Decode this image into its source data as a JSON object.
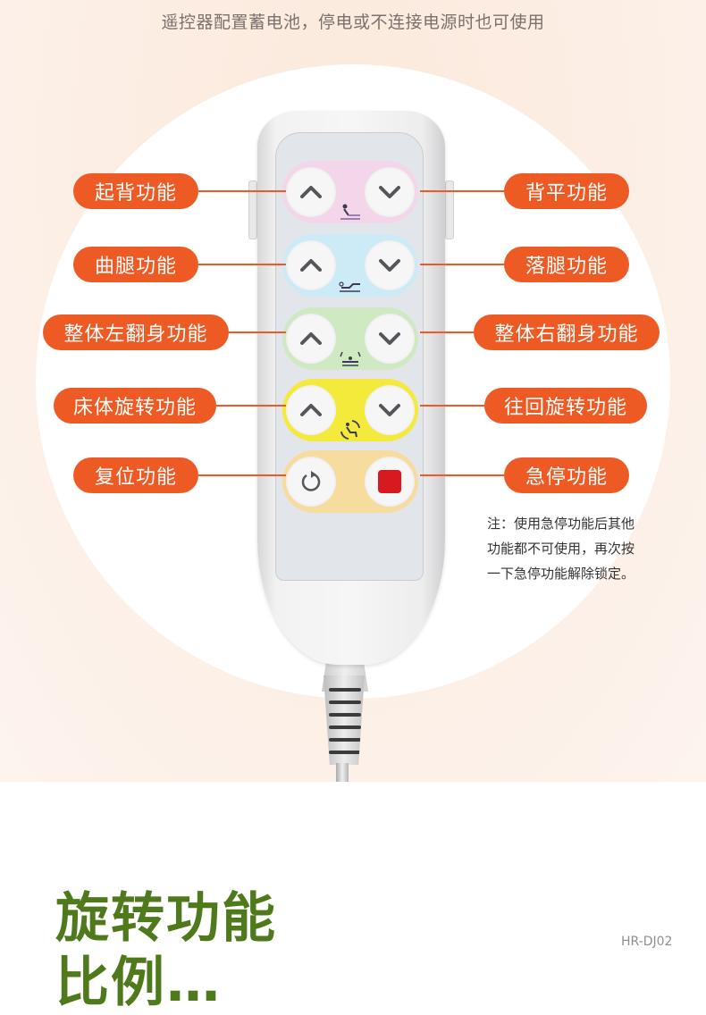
{
  "hero": {
    "caption": "遥控器配置蓄电池，停电或不连接电源时也可使用"
  },
  "remote": {
    "rows": [
      {
        "name": "back",
        "color": "#f3d6ea",
        "icon": "back-raise-icon"
      },
      {
        "name": "leg",
        "color": "#cdebf6",
        "icon": "leg-lift-icon"
      },
      {
        "name": "turn",
        "color": "#cfe9c3",
        "icon": "body-turn-icon"
      },
      {
        "name": "rotate",
        "color": "#f3ea3c",
        "icon": "bed-rotate-icon"
      },
      {
        "name": "reset-stop",
        "color": "#f7dca0",
        "icon": ""
      }
    ],
    "stop_button_color": "#d71920"
  },
  "labels": {
    "left": [
      {
        "text": "起背功能"
      },
      {
        "text": "曲腿功能"
      },
      {
        "text": "整体左翻身功能"
      },
      {
        "text": "床体旋转功能"
      },
      {
        "text": "复位功能"
      }
    ],
    "right": [
      {
        "text": "背平功能"
      },
      {
        "text": "落腿功能"
      },
      {
        "text": "整体右翻身功能"
      },
      {
        "text": "往回旋转功能"
      },
      {
        "text": "急停功能"
      }
    ]
  },
  "note": {
    "line1": "注：使用急停功能后其他",
    "line2": "功能都不可使用，再次按",
    "line3": "一下急停功能解除锁定。"
  },
  "section": {
    "title": "旋转功能",
    "title_line2": "比例…",
    "model": "HR-DJ02"
  },
  "colors": {
    "accent": "#ee5a24",
    "title_green": "#4f7a1c",
    "hero_bg": "#fbece2"
  }
}
